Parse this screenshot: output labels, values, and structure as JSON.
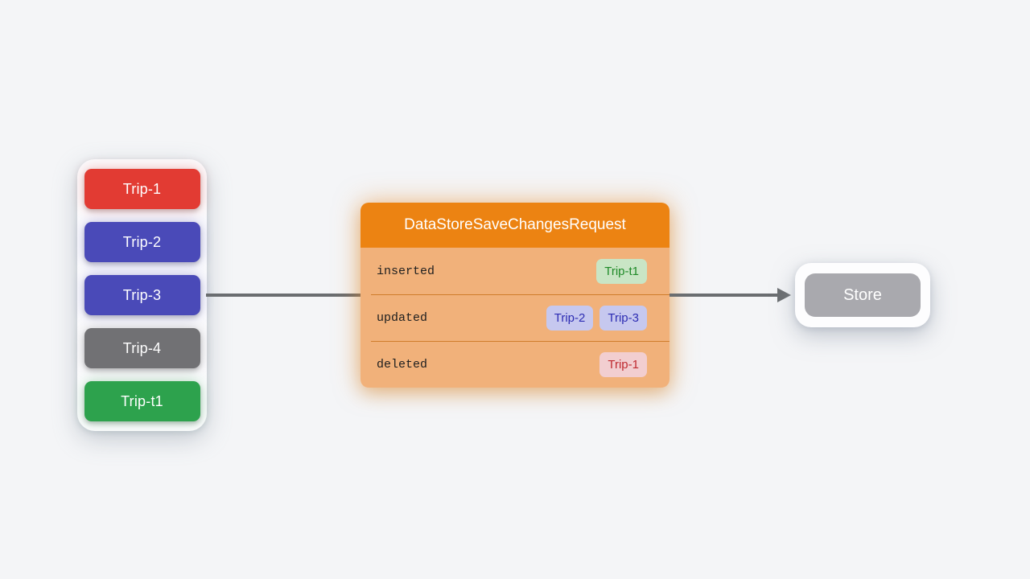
{
  "canvas_bg": "#f4f5f7",
  "arrow_color": "#6a6d70",
  "source_panel": {
    "items": [
      {
        "label": "Trip-1",
        "bg": "#e23b33",
        "fg": "#ffffff"
      },
      {
        "label": "Trip-2",
        "bg": "#4a4ab8",
        "fg": "#ffffff"
      },
      {
        "label": "Trip-3",
        "bg": "#4a4ab8",
        "fg": "#ffffff"
      },
      {
        "label": "Trip-4",
        "bg": "#717174",
        "fg": "#ffffff"
      },
      {
        "label": "Trip-t1",
        "bg": "#2da24d",
        "fg": "#ffffff"
      }
    ]
  },
  "request_panel": {
    "title": "DataStoreSaveChangesRequest",
    "header_bg": "#ec8312",
    "body_bg": "#f1b17a",
    "divider_color": "#cf7d2b",
    "rows": [
      {
        "label": "inserted",
        "chips": [
          {
            "label": "Trip-t1",
            "bg": "#c9e5c5",
            "fg": "#1f8a28"
          }
        ]
      },
      {
        "label": "updated",
        "chips": [
          {
            "label": "Trip-2",
            "bg": "#c6c8ef",
            "fg": "#2d2db3"
          },
          {
            "label": "Trip-3",
            "bg": "#c6c8ef",
            "fg": "#2d2db3"
          }
        ]
      },
      {
        "label": "deleted",
        "chips": [
          {
            "label": "Trip-1",
            "bg": "#f2ced0",
            "fg": "#bf2b31"
          }
        ]
      }
    ]
  },
  "store_panel": {
    "label": "Store",
    "bg": "#a9a9ae",
    "fg": "#ffffff"
  }
}
